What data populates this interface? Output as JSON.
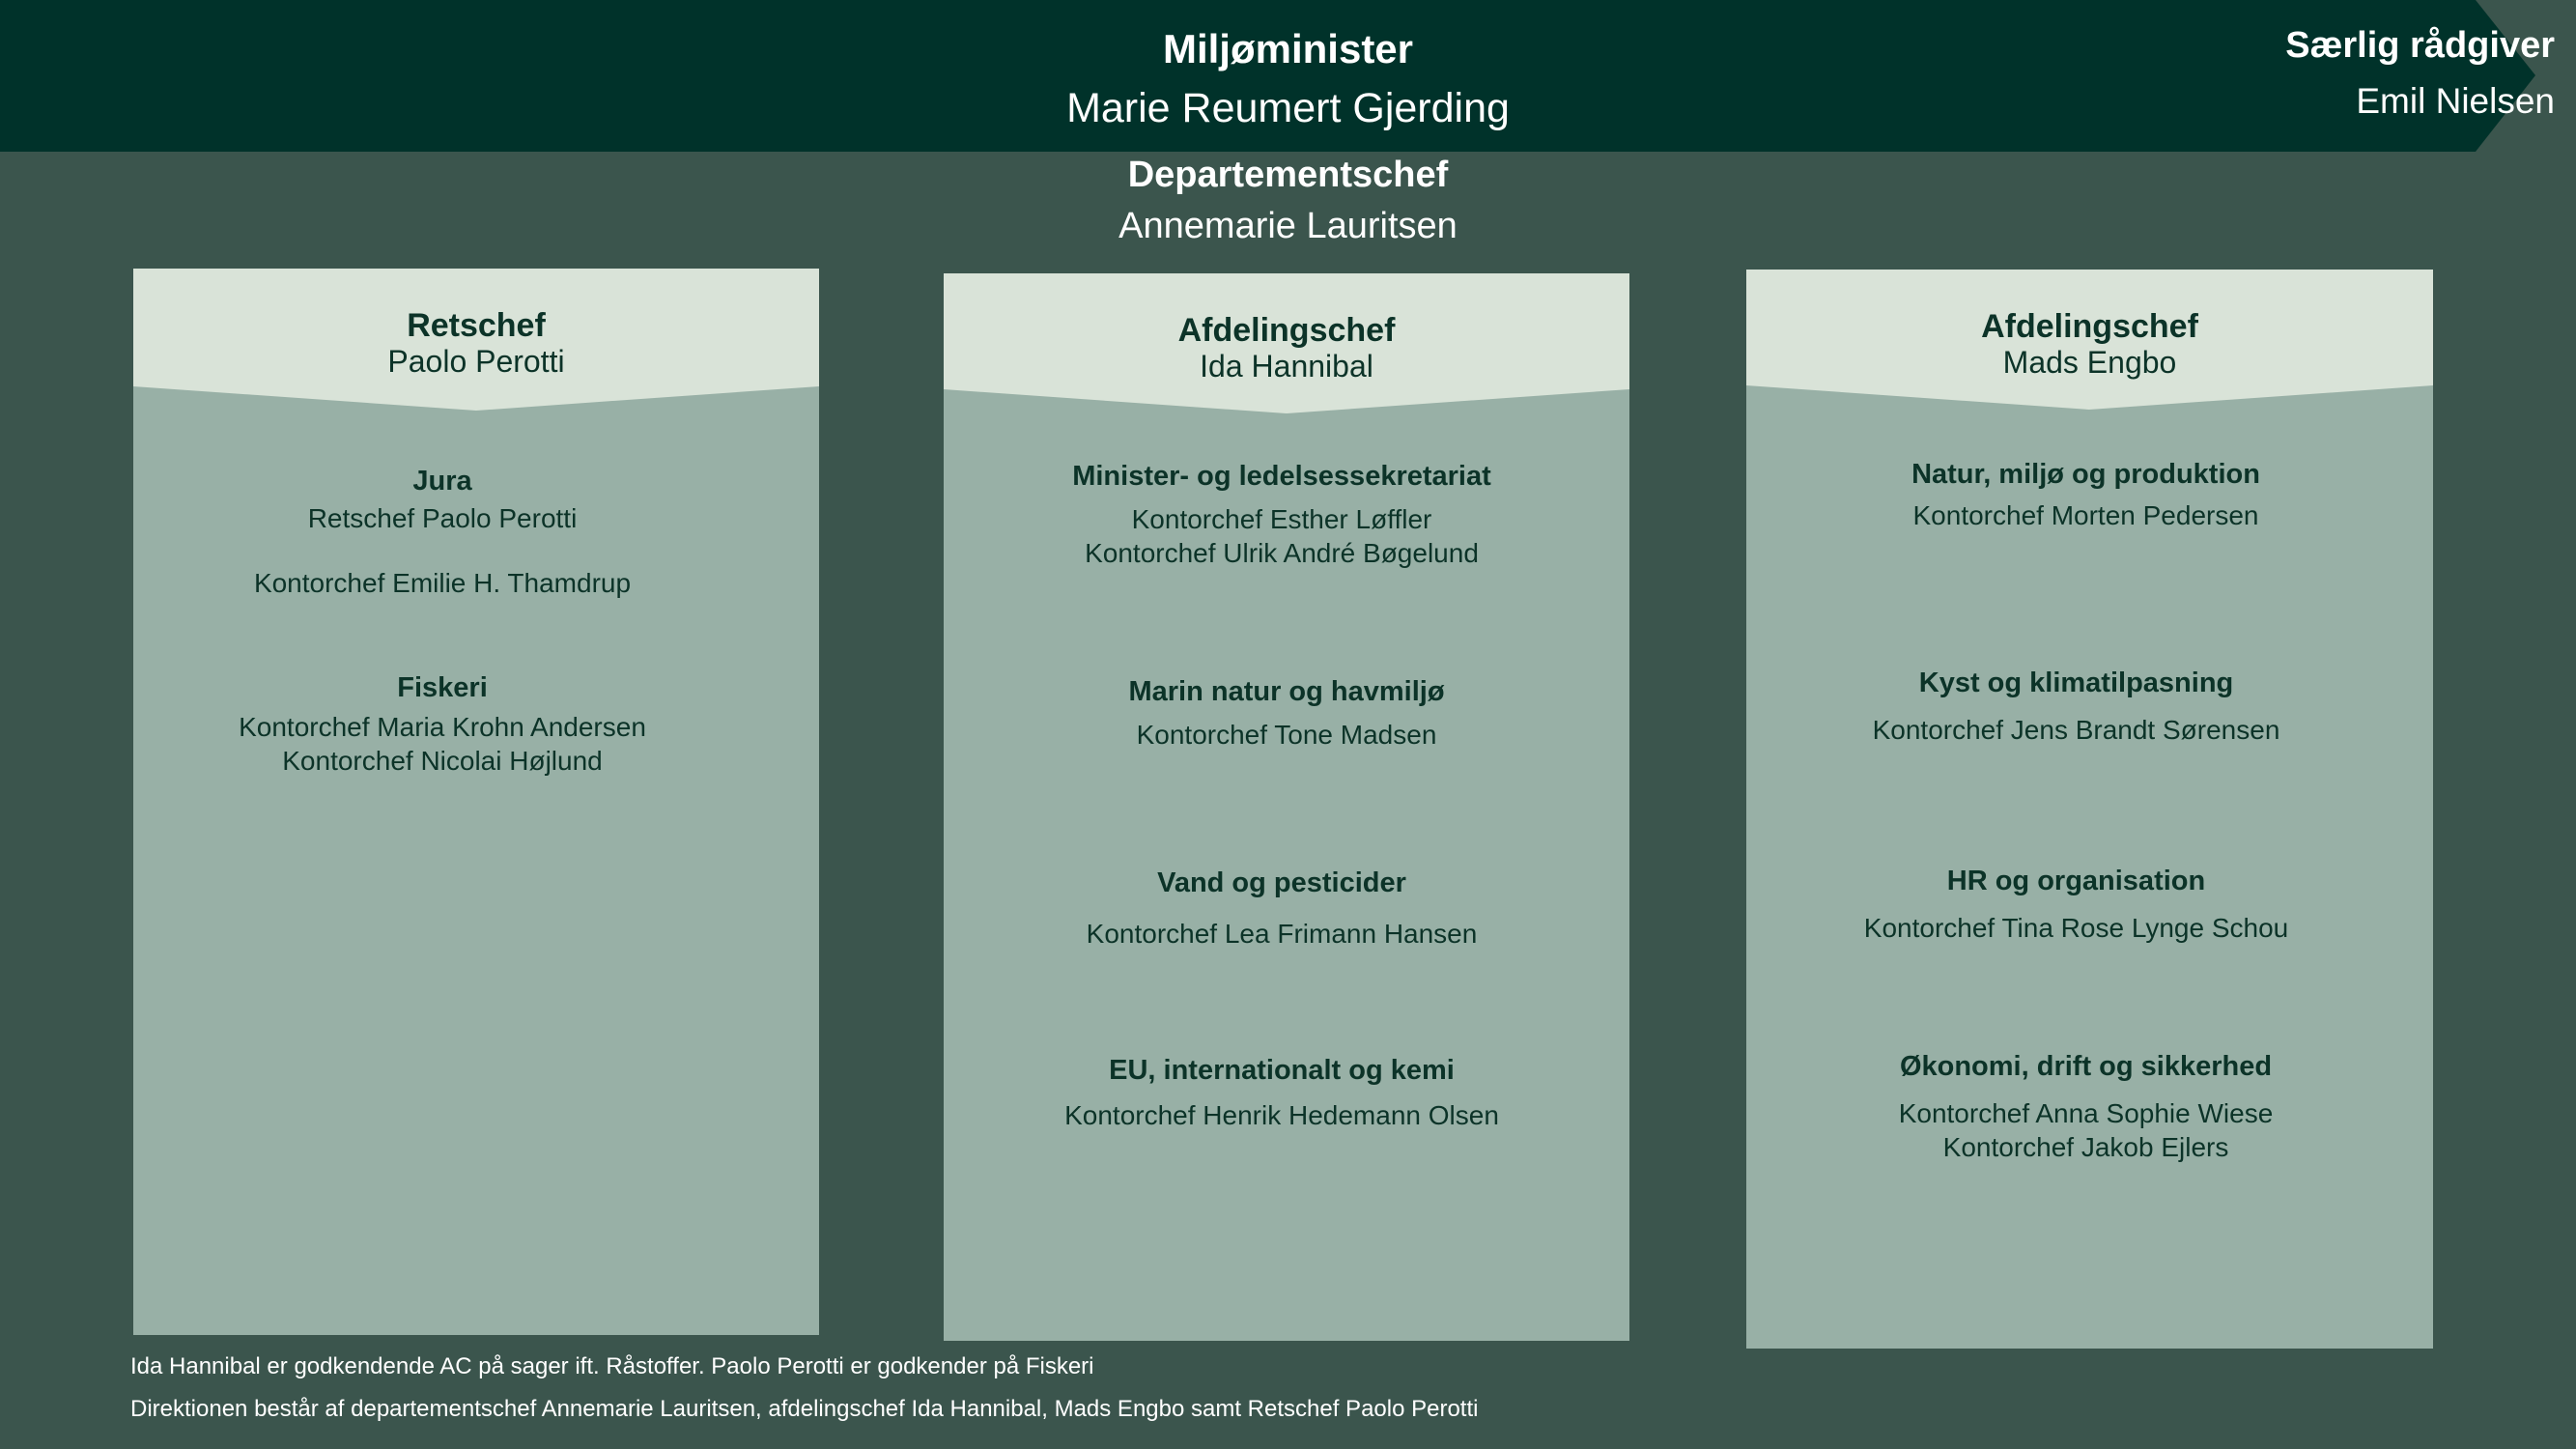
{
  "header": {
    "minister_title": "Miljøminister",
    "minister_name": "Marie Reumert Gjerding",
    "advisor_title": "Særlig rådgiver",
    "advisor_name": "Emil Nielsen"
  },
  "department_head": {
    "title": "Departementschef",
    "name": "Annemarie Lauritsen"
  },
  "columns": [
    {
      "title": "Retschef",
      "name": "Paolo Perotti",
      "units": [
        {
          "name": "Jura",
          "chiefs": [
            "Retschef Paolo Perotti",
            "Kontorchef Emilie H. Thamdrup"
          ]
        },
        {
          "name": "Fiskeri",
          "chiefs": [
            "Kontorchef Maria Krohn Andersen",
            "Kontorchef Nicolai Højlund"
          ]
        }
      ]
    },
    {
      "title": "Afdelingschef",
      "name": "Ida Hannibal",
      "units": [
        {
          "name": "Minister- og ledelsessekretariat",
          "chiefs": [
            "Kontorchef Esther Løffler",
            "Kontorchef Ulrik André Bøgelund"
          ]
        },
        {
          "name": "Marin natur og havmiljø",
          "chiefs": [
            "Kontorchef Tone Madsen"
          ]
        },
        {
          "name": "Vand og pesticider",
          "chiefs": [
            "Kontorchef Lea Frimann Hansen"
          ]
        },
        {
          "name": "EU, internationalt og kemi",
          "chiefs": [
            "Kontorchef Henrik Hedemann Olsen"
          ]
        }
      ]
    },
    {
      "title": "Afdelingschef",
      "name": "Mads Engbo",
      "units": [
        {
          "name": "Natur, miljø og produktion",
          "chiefs": [
            "Kontorchef Morten Pedersen"
          ]
        },
        {
          "name": "Kyst og klimatilpasning",
          "chiefs": [
            "Kontorchef Jens Brandt Sørensen"
          ]
        },
        {
          "name": "HR og organisation",
          "chiefs": [
            "Kontorchef Tina Rose Lynge Schou"
          ]
        },
        {
          "name": "Økonomi, drift og sikkerhed",
          "chiefs": [
            "Kontorchef Anna Sophie Wiese",
            "Kontorchef Jakob Ejlers"
          ]
        }
      ]
    }
  ],
  "footnotes": [
    "Ida Hannibal er godkendende AC på sager ift. Råstoffer. Paolo Perotti er godkender på Fiskeri",
    "Direktionen består af departementschef Annemarie Lauritsen, afdelingschef Ida Hannibal, Mads Engbo samt Retschef Paolo Perotti"
  ],
  "colors": {
    "background": "#3b554d",
    "topbar": "#00322a",
    "column_body": "#98b0a6",
    "column_header": "#d9e3d8",
    "text_dark": "#0c3328"
  }
}
